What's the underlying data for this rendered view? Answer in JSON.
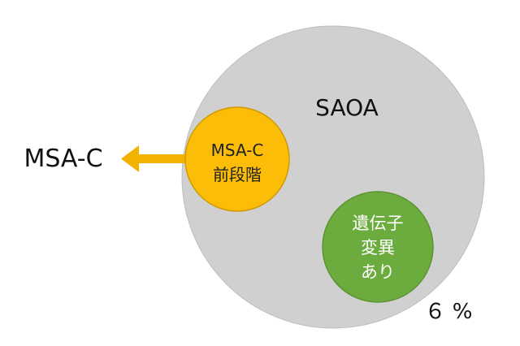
{
  "diagram": {
    "outer_circle": {
      "label": "SAOA",
      "fill": "#d0d0d0",
      "stroke": "#bdbdbd"
    },
    "precursor_circle": {
      "label_lines": [
        "MSA-C",
        "前段階"
      ],
      "fill": "#fbbd08",
      "stroke": "#d39a00"
    },
    "mutation_circle": {
      "label_lines": [
        "遺伝子",
        "変異",
        "あり"
      ],
      "fill": "#6cab3d",
      "stroke": "#5b9432"
    },
    "arrow": {
      "target_label": "MSA-C",
      "color": "#f2b300"
    },
    "percent_label": "６ %"
  }
}
